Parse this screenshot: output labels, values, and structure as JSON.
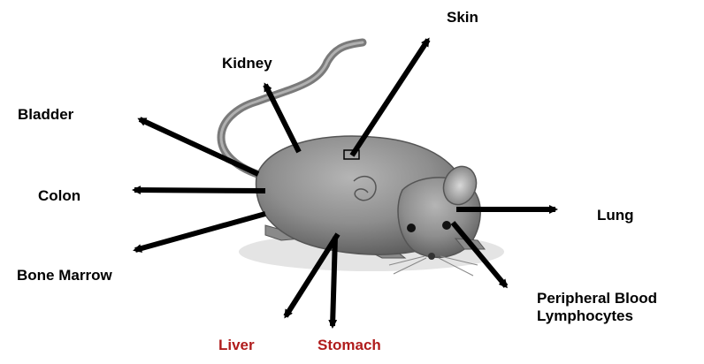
{
  "labels": {
    "skin": "Skin",
    "kidney": "Kidney",
    "bladder": "Bladder",
    "colon": "Colon",
    "bone_marrow": "Bone Marrow",
    "lung": "Lung",
    "peripheral_blood_line1": "Peripheral Blood",
    "peripheral_blood_line2": "Lymphocytes",
    "liver": "Liver",
    "stomach": "Stomach"
  },
  "colors": {
    "arrow": "#000000",
    "label_default": "#000000",
    "label_highlight": "#b01c1c",
    "mouse_body": "#8c8c8c"
  },
  "icons": {
    "center": "mouse-illustration",
    "pointers": "arrow-icon"
  }
}
